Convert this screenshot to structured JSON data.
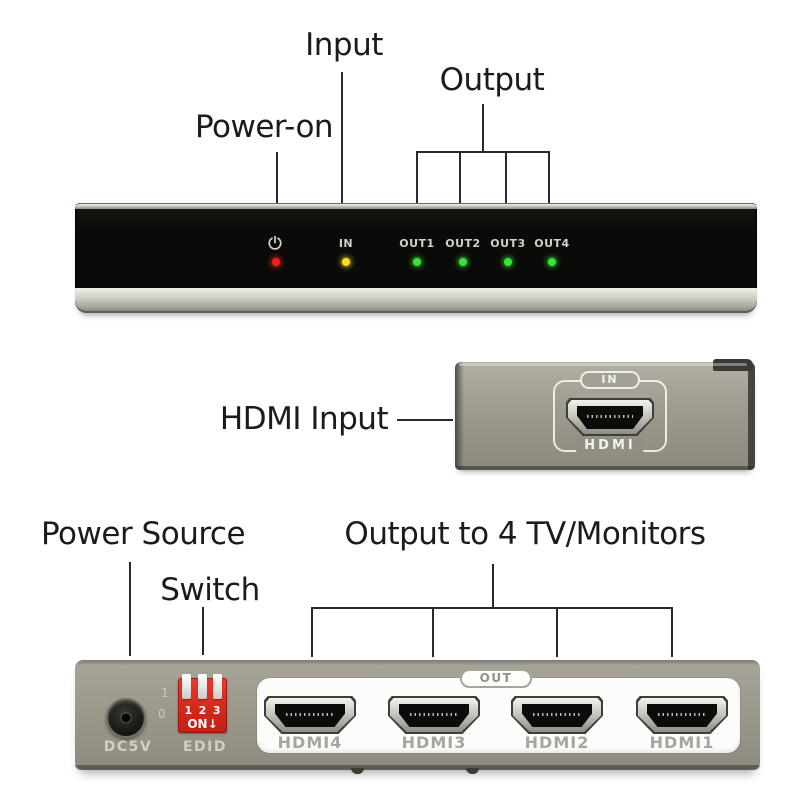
{
  "colors": {
    "annotation_text": "#1b1b1b",
    "leader_line": "#2a2a2a",
    "device_body_gray": "#9b9889",
    "front_face_black": "#0b0b09",
    "ports_panel_white": "#fcfcfa",
    "led_red": "#f51d14",
    "led_yellow": "#ffdd1c",
    "led_green": "#3ae437",
    "dip_switch_red": "#d2271b",
    "panel_text_gray": "#d2d2cb",
    "port_label_gray": "#a6a69e"
  },
  "front_view": {
    "annotations": {
      "input": "Input",
      "power_on": "Power-on",
      "output": "Output"
    },
    "panel": {
      "power_icon": "power-symbol",
      "in_label": "IN",
      "out_labels": [
        "OUT1",
        "OUT2",
        "OUT3",
        "OUT4"
      ]
    }
  },
  "side_view": {
    "annotation": "HDMI Input",
    "in_badge": "IN",
    "port_caption": "HDMI"
  },
  "rear_view": {
    "annotations": {
      "power_source": "Power Source",
      "switch": "Switch",
      "output": "Output to 4 TV/Monitors"
    },
    "panel": {
      "dc_label": "DC5V",
      "edid_label": "EDID",
      "dip": {
        "pos_on": "1",
        "pos_off": "0",
        "numbers": [
          "1",
          "2",
          "3"
        ],
        "on_label": "ON↓"
      },
      "out_badge": "OUT",
      "port_labels": [
        "HDMI4",
        "HDMI3",
        "HDMI2",
        "HDMI1"
      ]
    }
  }
}
